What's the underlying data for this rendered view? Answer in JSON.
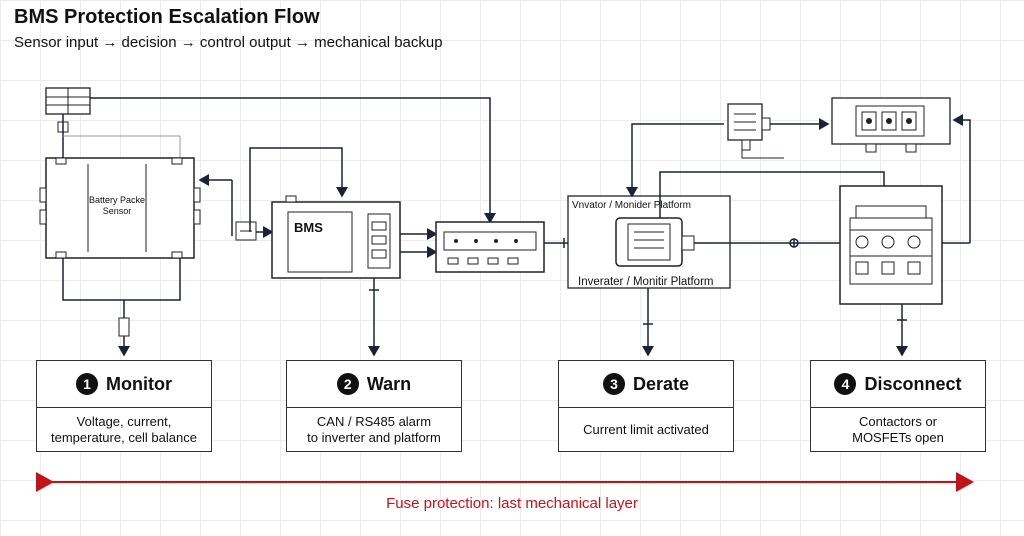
{
  "title": "BMS Protection Escalation Flow",
  "subtitle": "Sensor input → decision → control output → mechanical backup",
  "components": {
    "battery": "Battery Packe\nSensor",
    "bms": "BMS",
    "inverter_top": "Vnvator / Monider Platform",
    "inverter_bottom": "Inverater / Monitir Platform"
  },
  "stages": [
    {
      "number": "1",
      "title": "Monitor",
      "description": "Voltage, current,\ntemperature, cell balance"
    },
    {
      "number": "2",
      "title": "Warn",
      "description": "CAN / RS485 alarm\nto inverter and platform"
    },
    {
      "number": "3",
      "title": "Derate",
      "description": "Current limit activated"
    },
    {
      "number": "4",
      "title": "Disconnect",
      "description": "Contactors or\nMOSFETs open"
    }
  ],
  "fuse": {
    "label": "Fuse protection: last mechanical layer",
    "color": "#c0141b"
  },
  "colors": {
    "line": "#1a2238",
    "accent": "#c0141b"
  }
}
